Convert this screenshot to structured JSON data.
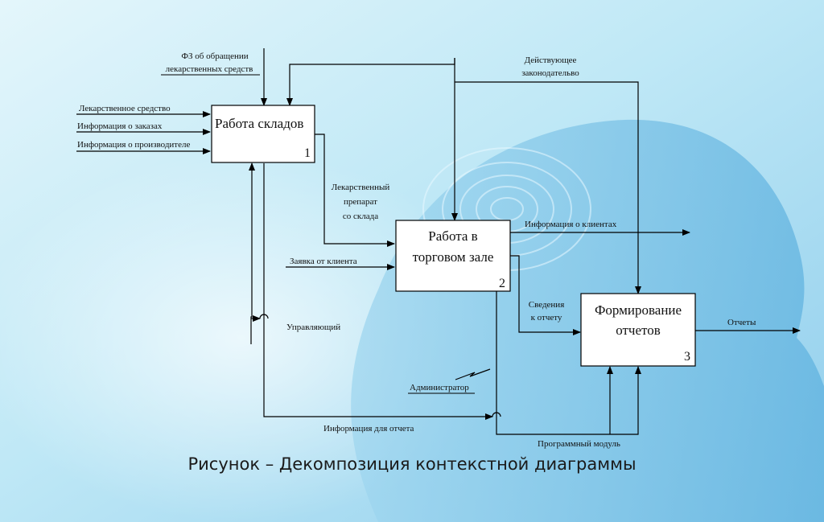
{
  "colors": {
    "line": "#000000",
    "box_fill": "#ffffff",
    "bg_light": "#d8f2fa",
    "bg_blue": "#6ab6de"
  },
  "boxes": [
    {
      "title": [
        "Работа складов"
      ],
      "number": "1"
    },
    {
      "title": [
        "Работа в",
        "торговом зале"
      ],
      "number": "2"
    },
    {
      "title": [
        "Формирование",
        "отчетов"
      ],
      "number": "3"
    }
  ],
  "labels": {
    "fz": [
      "ФЗ об обращении",
      "лекарственных средств"
    ],
    "law": [
      "Действующее",
      "законодательво"
    ],
    "drug": "Лекарственное средство",
    "orders": "Информация о заказах",
    "manufacturer": "Информация о производителе",
    "drug_from_warehouse": [
      "Лекарственный",
      "препарат",
      "со склада"
    ],
    "client_request": "Заявка от клиента",
    "clients_info": "Информация о клиентах",
    "report_data": [
      "Сведения",
      "к отчету"
    ],
    "reports": "Отчеты",
    "manager": "Управляющий",
    "administrator": "Администратор",
    "report_info": "Информация для отчета",
    "software": "Программный модуль"
  },
  "caption": "Рисунок  – Декомпозиция контекстной диаграммы"
}
